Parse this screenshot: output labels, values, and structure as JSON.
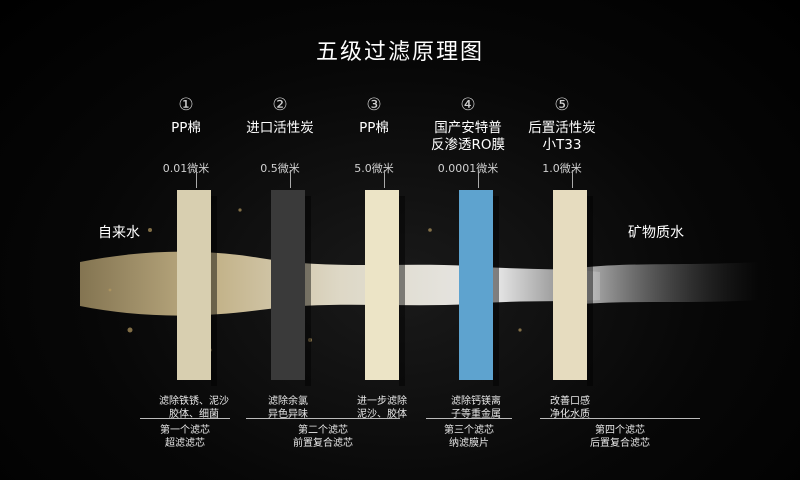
{
  "title": "五级过滤原理图",
  "inlet_label": "自来水",
  "outlet_label": "矿物质水",
  "stages": [
    {
      "num": "①",
      "name_lines": [
        "PP棉"
      ],
      "micron": "0.01微米",
      "desc_lines": [
        "滤除铁锈、泥沙",
        "胶体、细菌"
      ],
      "color": "#d8cfb0"
    },
    {
      "num": "②",
      "name_lines": [
        "进口活性炭"
      ],
      "micron": "0.5微米",
      "desc_lines": [
        "滤除余氯",
        "异色异味"
      ],
      "color": "#3a3a3a"
    },
    {
      "num": "③",
      "name_lines": [
        "PP棉"
      ],
      "micron": "5.0微米",
      "desc_lines": [
        "进一步滤除",
        "泥沙、胶体"
      ],
      "color": "#ece4c6"
    },
    {
      "num": "④",
      "name_lines": [
        "国产安特普",
        "反渗透RO膜"
      ],
      "micron": "0.0001微米",
      "desc_lines": [
        "滤除钙镁离",
        "子等重金属"
      ],
      "color": "#5ea3cf"
    },
    {
      "num": "⑤",
      "name_lines": [
        "后置活性炭",
        "小T33"
      ],
      "micron": "1.0微米",
      "desc_lines": [
        "改善口感",
        "净化水质"
      ],
      "color": "#e6dcbf"
    }
  ],
  "groups": [
    {
      "lines": [
        "第一个滤芯",
        "超滤滤芯"
      ]
    },
    {
      "lines": [
        "第二个滤芯",
        "前置复合滤芯"
      ]
    },
    {
      "lines": [
        "第三个滤芯",
        "纳滤膜片"
      ]
    },
    {
      "lines": [
        "第四个滤芯",
        "后置复合滤芯"
      ]
    }
  ]
}
